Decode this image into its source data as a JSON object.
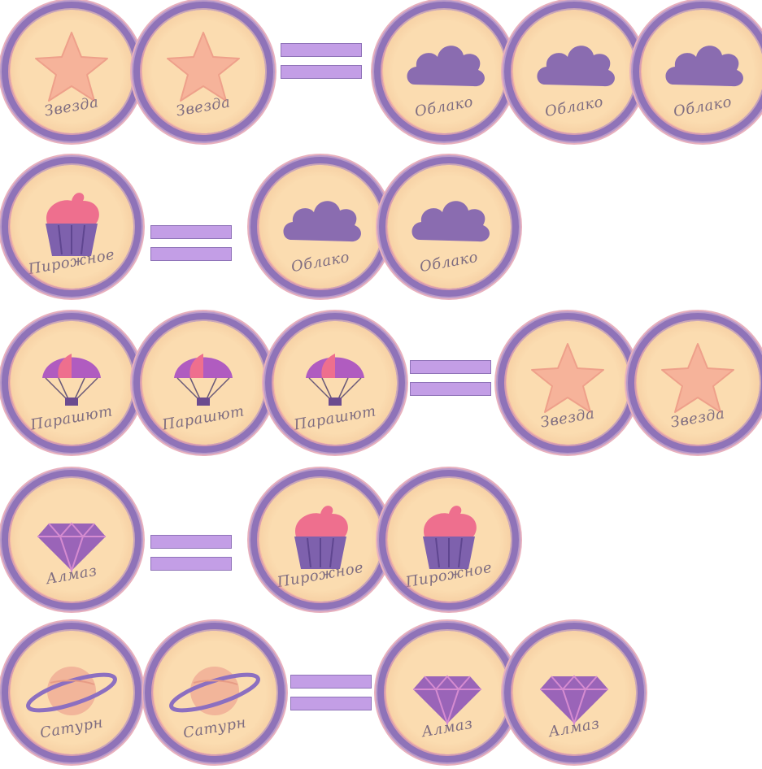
{
  "colors": {
    "coin_face": "#fbdcb0",
    "coin_rim": "#8f73b8",
    "equals_fill": "#c39ee6",
    "star": "#f6b39a",
    "cloud": "#7d5fb0",
    "cupcake_cream": "#ee6f8e",
    "cupcake_cup": "#7e61ad",
    "gem": "#9a64b8",
    "planet": "#f2b59a",
    "ring": "#8c6fc0",
    "parachute": "#b05cc0"
  },
  "equations": [
    {
      "left": [
        {
          "icon": "star-icon",
          "caption": "Звезда"
        },
        {
          "icon": "star-icon",
          "caption": "Звезда"
        }
      ],
      "right": [
        {
          "icon": "cloud-icon",
          "caption": "Облако"
        },
        {
          "icon": "cloud-icon",
          "caption": "Облако"
        },
        {
          "icon": "cloud-icon",
          "caption": "Облако"
        }
      ]
    },
    {
      "left": [
        {
          "icon": "cupcake-icon",
          "caption": "Пирожное"
        }
      ],
      "right": [
        {
          "icon": "cloud-icon",
          "caption": "Облако"
        },
        {
          "icon": "cloud-icon",
          "caption": "Облако"
        }
      ]
    },
    {
      "left": [
        {
          "icon": "parachute-icon",
          "caption": "Парашют"
        },
        {
          "icon": "parachute-icon",
          "caption": "Парашют"
        },
        {
          "icon": "parachute-icon",
          "caption": "Парашют"
        }
      ],
      "right": [
        {
          "icon": "star-icon",
          "caption": "Звезда"
        },
        {
          "icon": "star-icon",
          "caption": "Звезда"
        }
      ]
    },
    {
      "left": [
        {
          "icon": "gem-icon",
          "caption": "Алмаз"
        }
      ],
      "right": [
        {
          "icon": "cupcake-icon",
          "caption": "Пирожное"
        },
        {
          "icon": "cupcake-icon",
          "caption": "Пирожное"
        }
      ]
    },
    {
      "left": [
        {
          "icon": "planet-icon",
          "caption": "Сатурн"
        },
        {
          "icon": "planet-icon",
          "caption": "Сатурн"
        }
      ],
      "right": [
        {
          "icon": "gem-icon",
          "caption": "Алмаз"
        },
        {
          "icon": "gem-icon",
          "caption": "Алмаз"
        }
      ]
    }
  ]
}
